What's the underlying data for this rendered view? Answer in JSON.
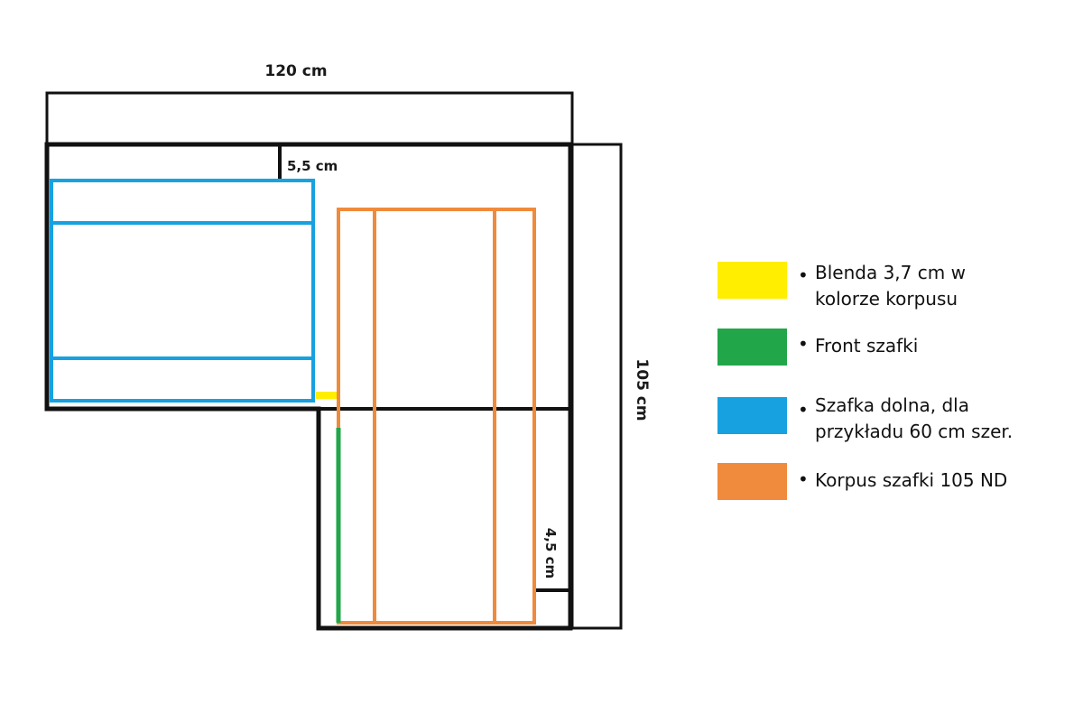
{
  "dimensions": {
    "width_top": "120 cm",
    "depth_right": "105 cm",
    "gap_top": "5,5 cm",
    "gap_bottom": "4,5 cm"
  },
  "colors": {
    "yellow": "#ffee00",
    "green": "#22a64a",
    "blue": "#17a1e0",
    "orange": "#f08a3c",
    "outline": "#111111"
  },
  "legend": [
    {
      "color": "#ffee00",
      "text": "Blenda 3,7 cm w\nkolorze korpusu"
    },
    {
      "color": "#22a64a",
      "text": "Front szafki"
    },
    {
      "color": "#17a1e0",
      "text": "Szafka dolna, dla\nprzykładu 60 cm szer."
    },
    {
      "color": "#f08a3c",
      "text": "Korpus szafki 105 ND"
    }
  ]
}
